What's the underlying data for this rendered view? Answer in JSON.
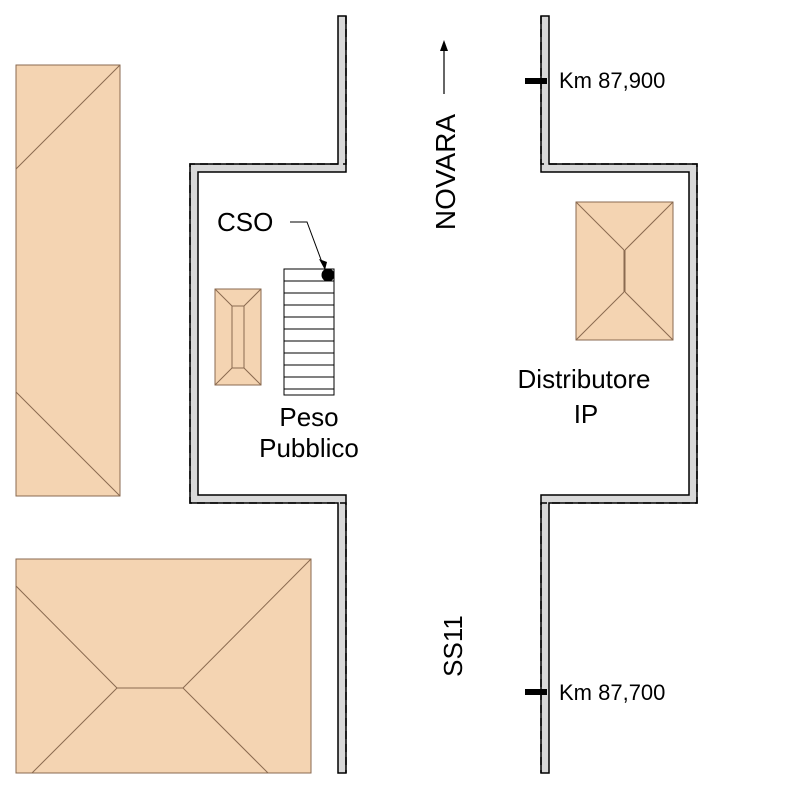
{
  "map": {
    "labels": {
      "direction": "NOVARA",
      "road": "SS11",
      "cso": "CSO",
      "weighbridge_line1": "Peso",
      "weighbridge_line2": "Pubblico",
      "station_line1": "Distributore",
      "station_line2": "IP",
      "km_north": "Km 87,900",
      "km_south": "Km 87,700"
    },
    "colors": {
      "roof_fill": "#f4d4b2",
      "roof_stroke": "#8a6a50",
      "curb_fill": "#d9d9d9",
      "line": "#000000",
      "background": "#ffffff"
    },
    "icons": {
      "north_arrow": "arrow-up-icon",
      "cso_marker": "filled-circle-icon"
    }
  }
}
